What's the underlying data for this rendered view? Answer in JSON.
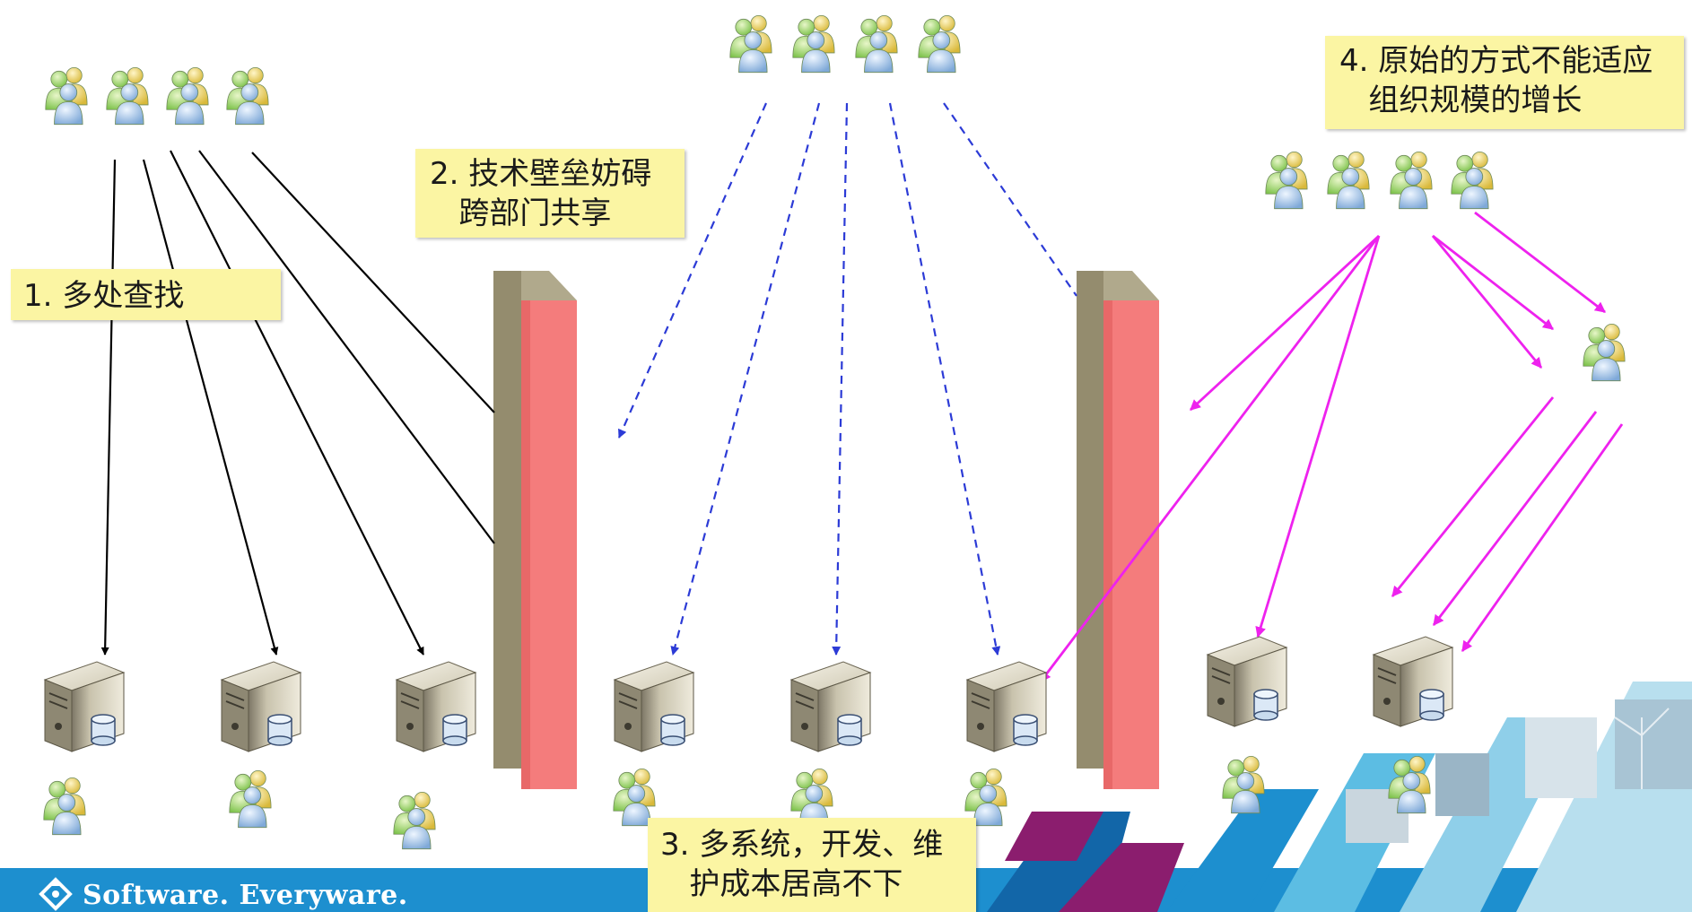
{
  "notes": {
    "n1": "1. 多处查找",
    "n2": "2. 技术壁垒妨碍\n   跨部门共享",
    "n3": "3. 多系统，开发、维\n   护成本居高不下",
    "n4": "4. 原始的方式不能适应\n   组织规模的增长"
  },
  "footer": {
    "brand_text": "Software. Everyware."
  },
  "colors": {
    "wall_front": "#f47c7c",
    "wall_side": "#948c6e",
    "solid_arrow": "#000000",
    "dashed_arrow": "#2c3bd6",
    "magenta_arrow": "#ee22ee",
    "banner_blue": "#1d8fcf",
    "banner_purple": "#8b1d6e",
    "note_fill": "#fbf5a3"
  },
  "icons": [
    "user-group-icon",
    "server-database-icon",
    "firewall-wall-icon",
    "software-everyware-logo-icon"
  ]
}
